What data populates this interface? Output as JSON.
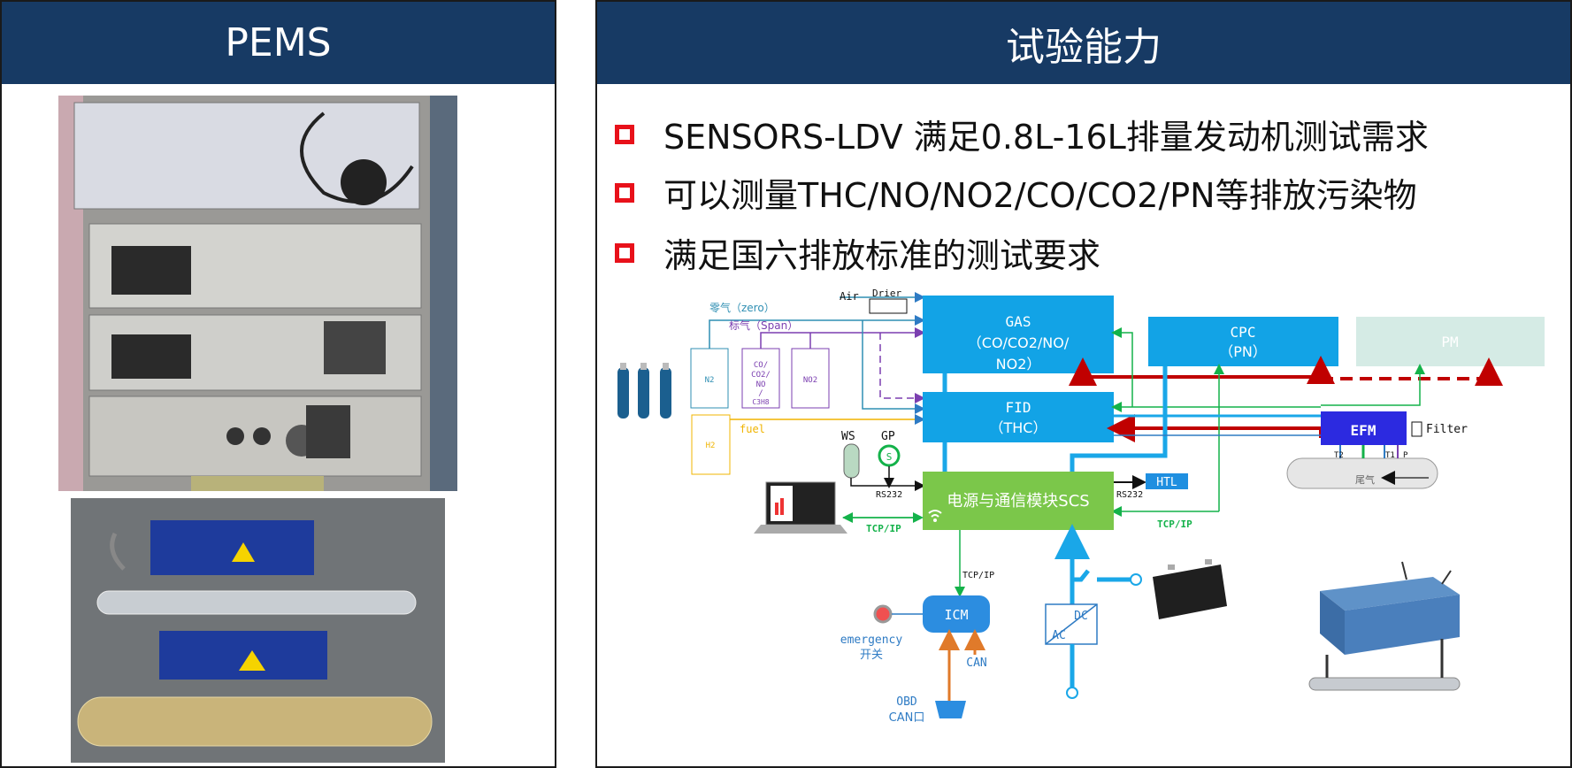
{
  "left_panel": {
    "title": "PEMS"
  },
  "right_panel": {
    "title": "试验能力",
    "bullets": [
      "SENSORS-LDV 满足0.8L-16L排量发动机测试需求",
      "可以测量THC/NO/NO2/CO/CO2/PN等排放污染物",
      "满足国六排放标准的测试要求"
    ]
  },
  "diagram": {
    "zero_gas": "零气（zero）",
    "span_gas": "标气（Span）",
    "air": "Air",
    "drier": "Drier",
    "fuel": "fuel",
    "gas_line1": "GAS",
    "gas_line2": "（CO/CO2/NO/",
    "gas_line3": "NO2）",
    "cpc_line1": "CPC",
    "cpc_line2": "（PN）",
    "pm": "PM",
    "fid_line1": "FID",
    "fid_line2": "（THC）",
    "efm": "EFM",
    "filter": "Filter",
    "n2": "N2",
    "co_l1": "CO/",
    "co_l2": "CO2/",
    "co_l3": "NO",
    "co_l4": "/",
    "co_l5": "C3H8",
    "no2": "NO2",
    "h2": "H2",
    "ws": "WS",
    "gp": "GP",
    "gp_symbol": "S",
    "rs232_left": "RS232",
    "rs232_right": "RS232",
    "scs": "电源与通信模块SCS",
    "htl": "HTL",
    "tcpip_left": "TCP/IP",
    "tcpip_right": "TCP/IP",
    "tcpip_down": "TCP/IP",
    "icm": "ICM",
    "emergency_l1": "emergency",
    "emergency_l2": "开关",
    "can": "CAN",
    "obd_l1": "OBD",
    "obd_l2": "CAN口",
    "dc": "DC",
    "ac": "AC",
    "t2": "T2",
    "t1": "T1",
    "p": "P",
    "exhaust": "尾气"
  }
}
